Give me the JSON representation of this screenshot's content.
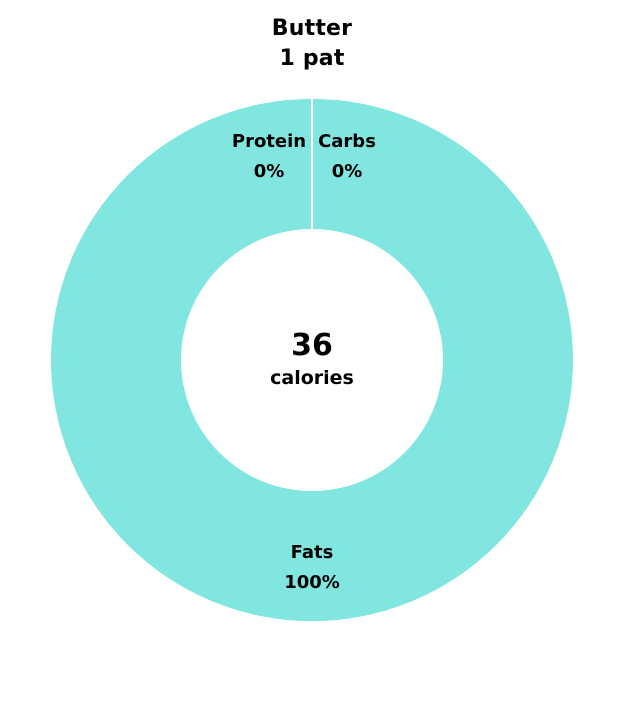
{
  "chart_data": {
    "type": "pie",
    "title": "Butter",
    "subtitle": "1 pat",
    "center_value": "36",
    "center_label": "calories",
    "slices": [
      {
        "name": "Protein",
        "value": 0,
        "label": "0%",
        "color": "#80e6df"
      },
      {
        "name": "Carbs",
        "value": 0,
        "label": "0%",
        "color": "#80e6df"
      },
      {
        "name": "Fats",
        "value": 100,
        "label": "100%",
        "color": "#80e6df"
      }
    ],
    "colors": {
      "slice": "#80e6df",
      "separator": "#ffffff",
      "text": "#000000"
    },
    "legend": "none"
  }
}
